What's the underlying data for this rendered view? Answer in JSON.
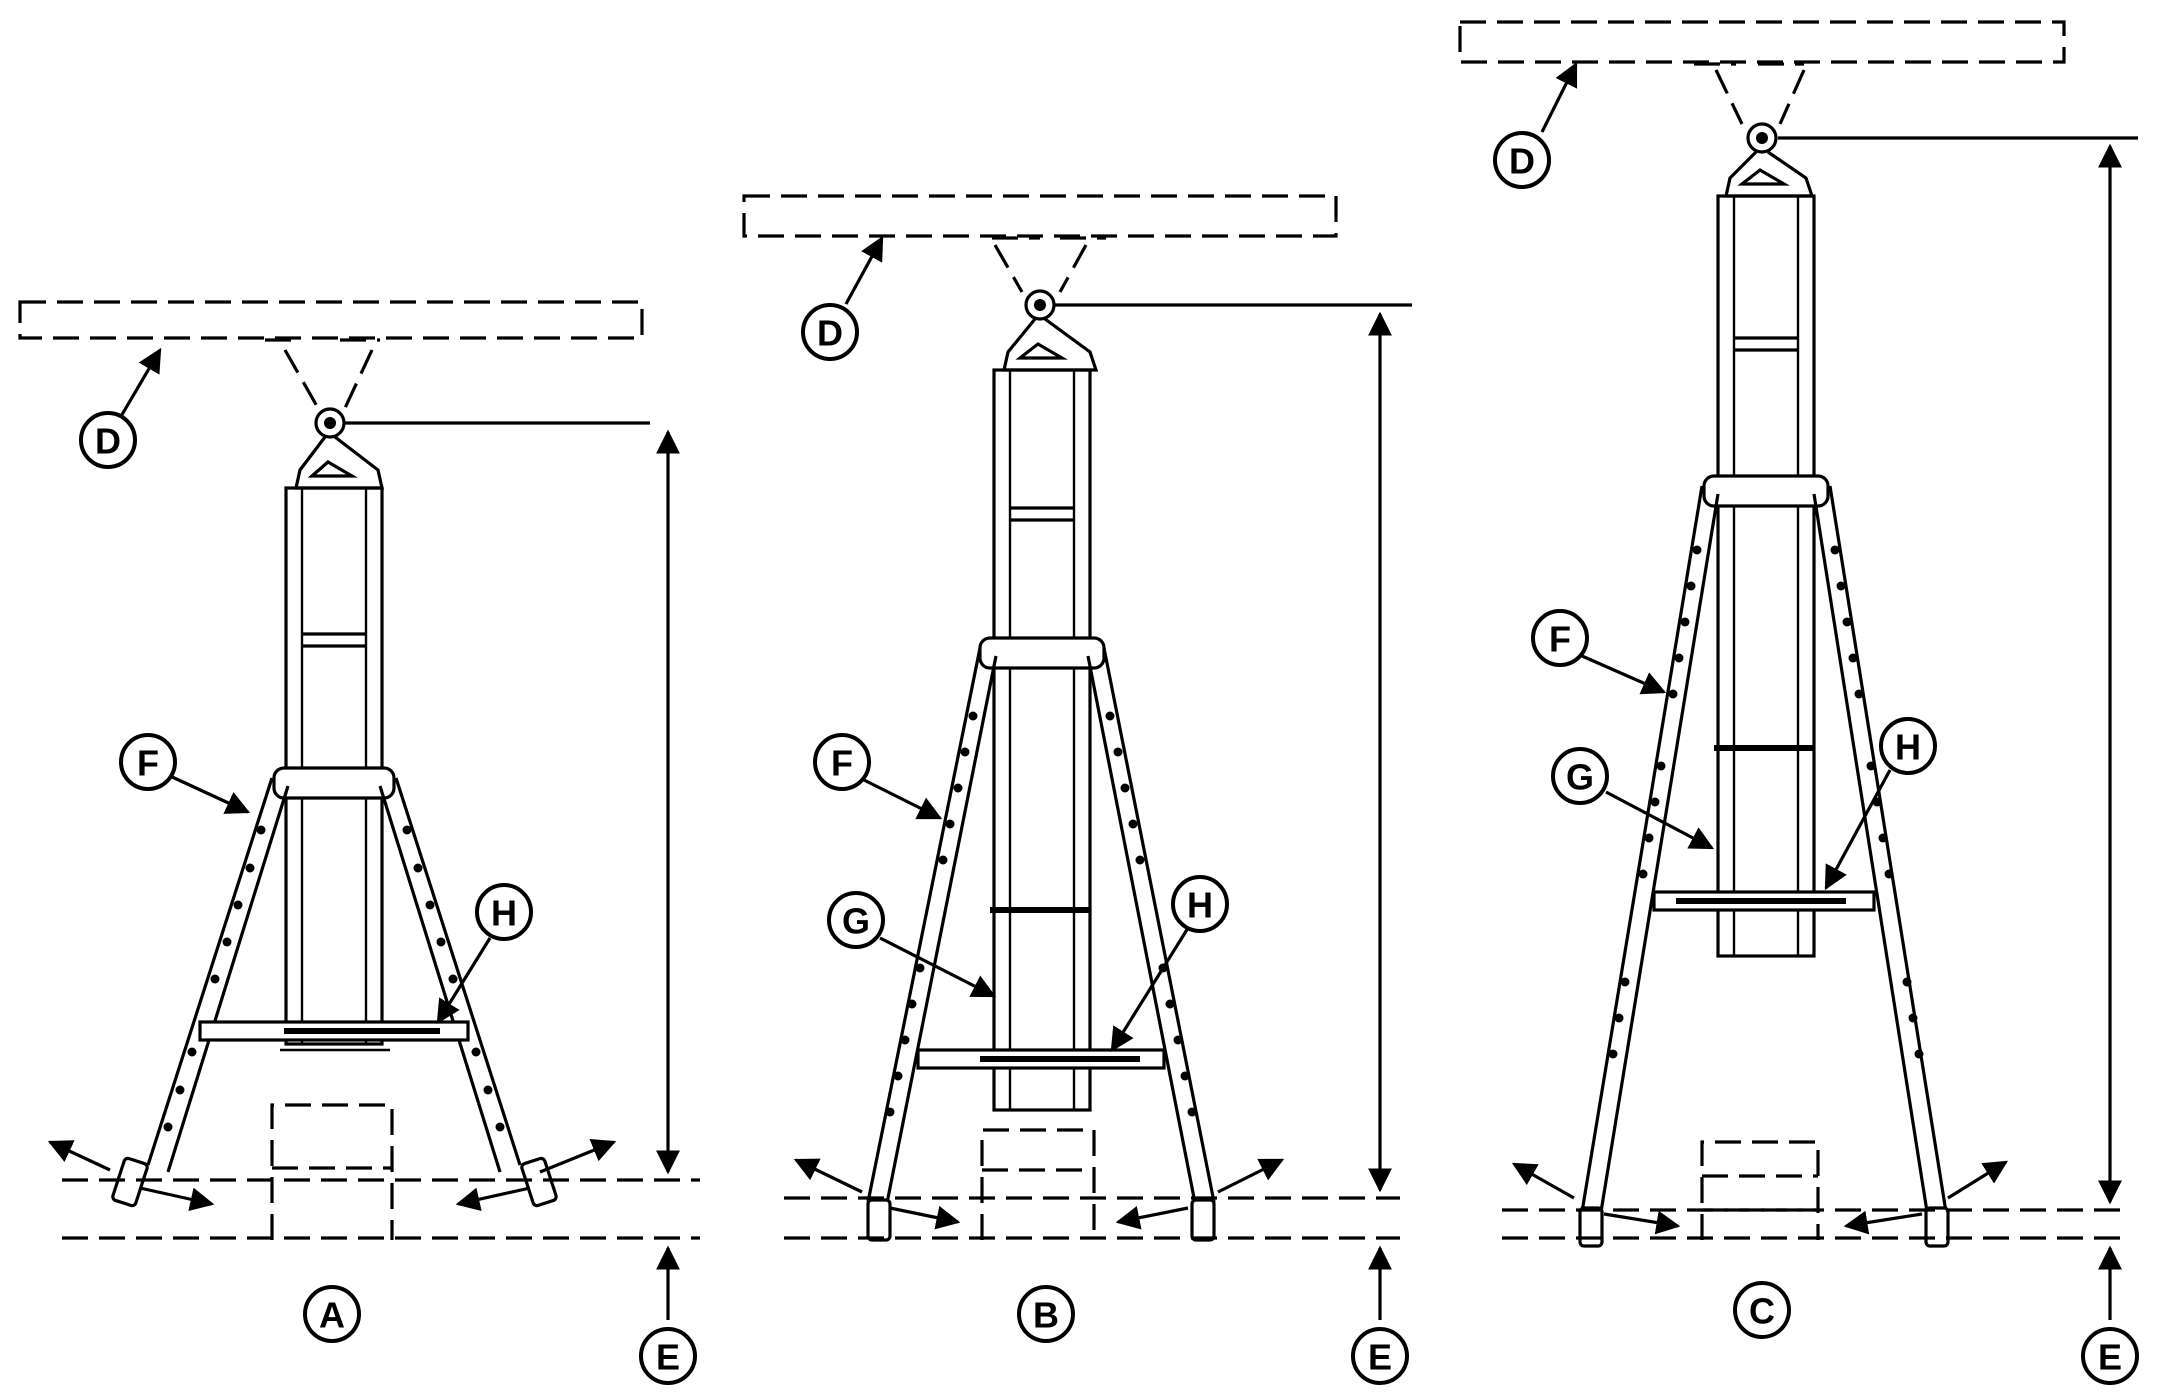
{
  "callouts": {
    "A": "A",
    "B": "B",
    "C": "C",
    "D": "D",
    "E": "E",
    "F": "F",
    "G": "G",
    "H": "H"
  },
  "colors": {
    "ink": "#000000",
    "paper": "#ffffff"
  }
}
